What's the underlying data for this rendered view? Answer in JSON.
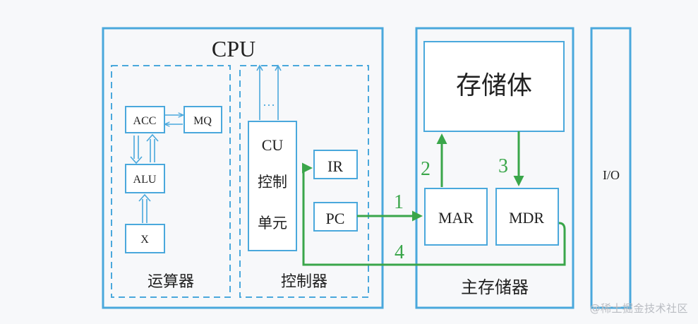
{
  "cpu": {
    "title": "CPU",
    "alu_group": {
      "label": "运算器",
      "acc": "ACC",
      "mq": "MQ",
      "alu": "ALU",
      "x": "X"
    },
    "control_group": {
      "label": "控制器",
      "ellipsis": "…",
      "cu_lines": [
        "CU",
        "控制",
        "单元"
      ],
      "ir": "IR",
      "pc": "PC"
    }
  },
  "memory": {
    "label": "主存储器",
    "storage": "存储体",
    "mar": "MAR",
    "mdr": "MDR"
  },
  "io": {
    "label": "I/O"
  },
  "steps": {
    "s1": "1",
    "s2": "2",
    "s3": "3",
    "s4": "4"
  },
  "watermark": "@稀土掘金技术社区",
  "colors": {
    "border": "#4aa8dc",
    "flow": "#3aa64a",
    "text": "#222222",
    "background": "#f7f8fa"
  }
}
